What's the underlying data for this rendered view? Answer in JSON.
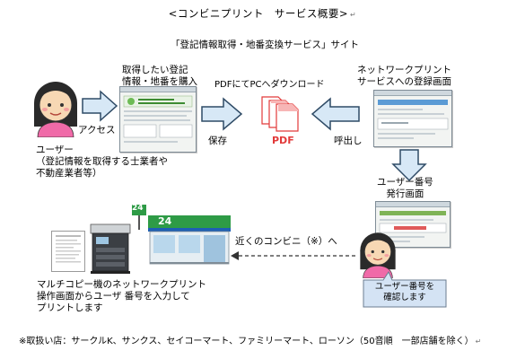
{
  "title": "<コンビニプリント　サービス概要>",
  "return_mark": "↵",
  "site_label": "「登記情報取得・地番変換サービス」サイト",
  "labels": {
    "acquire": "取得したい登記\n情報・地番を購入",
    "pdf_download": "PDFにてPCへダウンロード",
    "network_print_register": "ネットワークプリント\nサービスへの登録画面",
    "access": "アクセス",
    "save": "保存",
    "call": "呼出し",
    "pdf": "PDF",
    "user": "ユーザー\n（登記情報を取得する士業者や\n不動産業者等）",
    "user_number_screen": "ユーザー番号\n発行画面",
    "nearby_store": "近くのコンビニ（※）へ",
    "store_sign": "24",
    "multicopy": "マルチコピー機のネットワークプリント\n操作画面からユーザ 番号を入力して\nプリントします",
    "confirm_bubble": "ユーザー番号を\n確認します"
  },
  "footnote": "※取扱い店：サークルK、サンクス、セイコーマート、ファミリーマート、ローソン（50音順　一部店舗を除く）",
  "colors": {
    "arrow_fill": "#d7e8f6",
    "arrow_stroke": "#2f4b66",
    "face": "#f7d8b4",
    "hair": "#2a2a2a",
    "shirt": "#f06aa8",
    "pdf_red": "#e23a3a",
    "store_green": "#2e9b46",
    "store_blue": "#1e5fb3"
  }
}
